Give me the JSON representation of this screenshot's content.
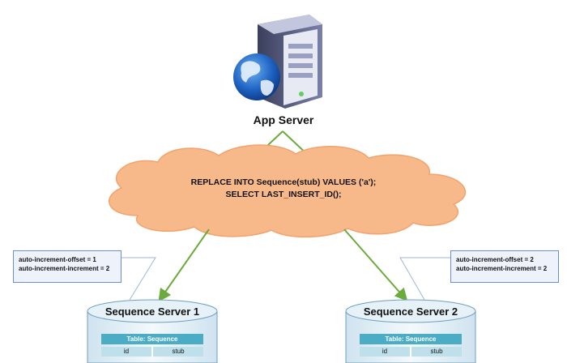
{
  "app_server": {
    "label": "App Server"
  },
  "cloud": {
    "line1": "REPLACE INTO Sequence(stub) VALUES ('a');",
    "line2": "SELECT LAST_INSERT_ID();"
  },
  "servers": [
    {
      "title": "Sequence Server 1",
      "config": [
        "auto-increment-offset = 1",
        "auto-increment-increment = 2"
      ],
      "table": {
        "title": "Table: Sequence",
        "columns": [
          "id",
          "stub"
        ]
      }
    },
    {
      "title": "Sequence Server 2",
      "config": [
        "auto-increment-offset = 2",
        "auto-increment-increment = 2"
      ],
      "table": {
        "title": "Table: Sequence",
        "columns": [
          "id",
          "stub"
        ]
      }
    }
  ],
  "colors": {
    "cloud_fill": "#f8b98a",
    "cloud_stroke": "#f2a36c",
    "arrow": "#6aab3c",
    "table_header": "#4bacc6",
    "table_cell": "#bfe0ea",
    "config_border": "#6c8fc7"
  }
}
